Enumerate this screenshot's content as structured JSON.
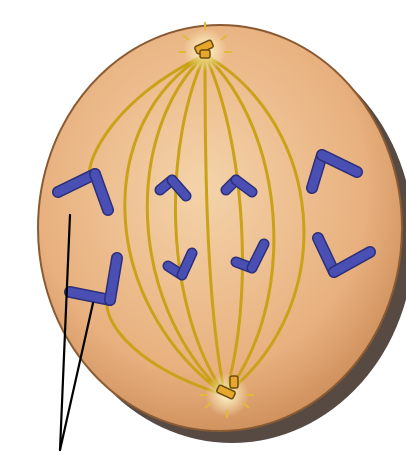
{
  "diagram": {
    "colors": {
      "background": "#ffffff",
      "cell_fill": "#e8b07e",
      "cell_fill_light": "#f4d3aa",
      "cell_edge": "#8a5a33",
      "cell_shadow": "#3a2a22",
      "spindle": "#c9a217",
      "chromosome": "#4a4fb3",
      "chromosome_dark": "#2c2f7a",
      "centrosome": "#e7a72a",
      "centrosome_glow": "#fff6c8",
      "pointer": "#000000"
    },
    "cell": {
      "shape": "oval",
      "shading": "radial"
    },
    "spindle_fibers": {
      "count_per_side": 5,
      "pattern": "bipolar"
    },
    "centrosomes": [
      {
        "name": "top-centrosome",
        "pole": "top"
      },
      {
        "name": "bottom-centrosome",
        "pole": "bottom"
      }
    ],
    "chromosome_pairs": [
      {
        "name": "chromosome-left-upper",
        "shape": "V"
      },
      {
        "name": "chromosome-left-lower",
        "shape": "V"
      },
      {
        "name": "chromosome-inner-upper-left",
        "shape": "V"
      },
      {
        "name": "chromosome-inner-upper-right",
        "shape": "V"
      },
      {
        "name": "chromosome-inner-lower-left",
        "shape": "V"
      },
      {
        "name": "chromosome-inner-lower-right",
        "shape": "V"
      },
      {
        "name": "chromosome-right-upper",
        "shape": "V"
      },
      {
        "name": "chromosome-right-lower",
        "shape": "V"
      }
    ],
    "pointer_lines": {
      "count": 2,
      "targets": [
        "chromosome-left-upper",
        "chromosome-left-lower"
      ]
    }
  }
}
